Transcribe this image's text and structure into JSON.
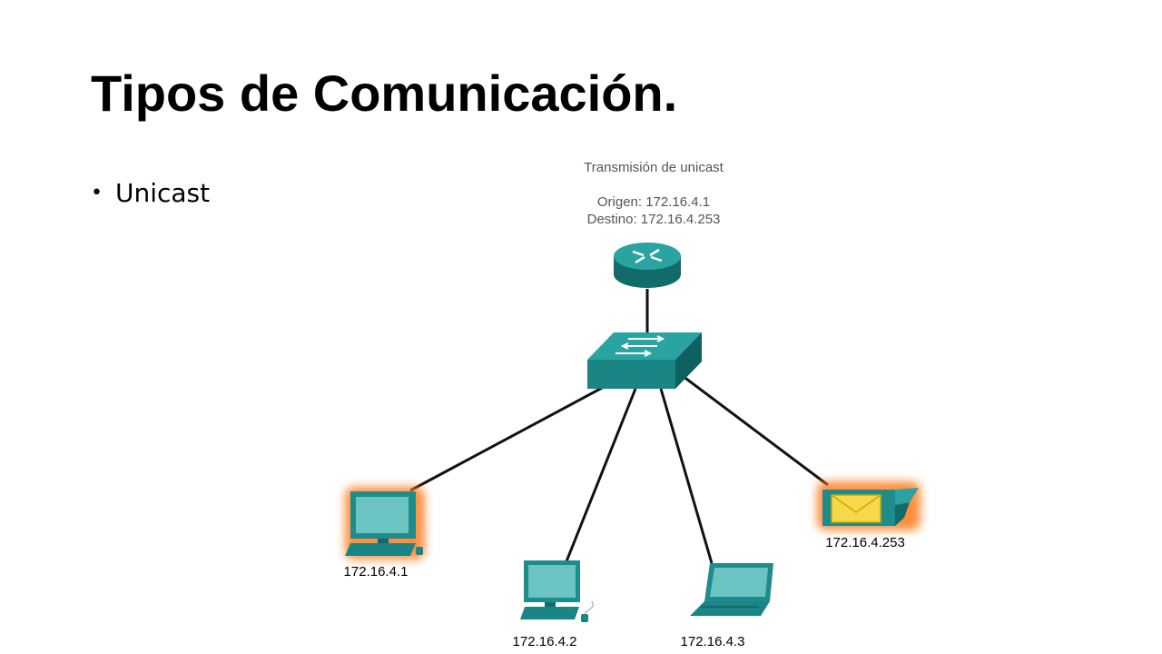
{
  "slide": {
    "title": "Tipos de Comunicación.",
    "bullet": "Unicast"
  },
  "diagram": {
    "caption": "Transmisión de unicast",
    "origin_line": "Origen: 172.16.4.1",
    "destination_line": "Destino: 172.16.4.253",
    "hosts": [
      {
        "label": "172.16.4.1",
        "device": "desktop-pc",
        "highlighted": true
      },
      {
        "label": "172.16.4.2",
        "device": "desktop-pc",
        "highlighted": false
      },
      {
        "label": "172.16.4.3",
        "device": "laptop",
        "highlighted": false
      },
      {
        "label": "172.16.4.253",
        "device": "desktop-pc",
        "highlighted": true,
        "receiving": "envelope-icon"
      }
    ],
    "colors": {
      "device_teal": "#1f8c8c",
      "device_dark": "#126a6a",
      "screen": "#6cc4c2",
      "highlight": "#ff7a1a",
      "envelope": "#f7d84a",
      "link": "#111111",
      "caption_text": "#555555"
    }
  }
}
